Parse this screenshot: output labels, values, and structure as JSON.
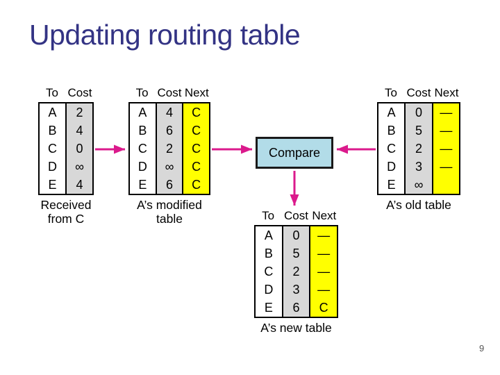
{
  "slide": {
    "title": "Updating routing table",
    "page_number": "9"
  },
  "compare": {
    "label": "Compare"
  },
  "tables": {
    "received": {
      "headers": [
        "To",
        "Cost"
      ],
      "rows": [
        {
          "to": "A",
          "cost": "2"
        },
        {
          "to": "B",
          "cost": "4"
        },
        {
          "to": "C",
          "cost": "0"
        },
        {
          "to": "D",
          "cost": "∞"
        },
        {
          "to": "E",
          "cost": "4"
        }
      ],
      "caption": [
        "Received",
        "from C"
      ]
    },
    "modified": {
      "headers": [
        "To",
        "Cost",
        "Next"
      ],
      "rows": [
        {
          "to": "A",
          "cost": "4",
          "next": "C"
        },
        {
          "to": "B",
          "cost": "6",
          "next": "C"
        },
        {
          "to": "C",
          "cost": "2",
          "next": "C"
        },
        {
          "to": "D",
          "cost": "∞",
          "next": "C"
        },
        {
          "to": "E",
          "cost": "6",
          "next": "C"
        }
      ],
      "caption": [
        "A’s modified",
        "table"
      ]
    },
    "old": {
      "headers": [
        "To",
        "Cost",
        "Next"
      ],
      "rows": [
        {
          "to": "A",
          "cost": "0",
          "next": "—"
        },
        {
          "to": "B",
          "cost": "5",
          "next": "—"
        },
        {
          "to": "C",
          "cost": "2",
          "next": "—"
        },
        {
          "to": "D",
          "cost": "3",
          "next": "—"
        },
        {
          "to": "E",
          "cost": "∞",
          "next": ""
        }
      ],
      "caption": [
        "A’s old table"
      ]
    },
    "new": {
      "headers": [
        "To",
        "Cost",
        "Next"
      ],
      "rows": [
        {
          "to": "A",
          "cost": "0",
          "next": "—"
        },
        {
          "to": "B",
          "cost": "5",
          "next": "—"
        },
        {
          "to": "C",
          "cost": "2",
          "next": "—"
        },
        {
          "to": "D",
          "cost": "3",
          "next": "—"
        },
        {
          "to": "E",
          "cost": "6",
          "next": "C"
        }
      ],
      "caption": [
        "A’s new table"
      ]
    }
  },
  "colors": {
    "title_text": "#333384",
    "arrow": "#DB1A8C",
    "compare_fill": "#B2DCE8",
    "compare_border": "#1A1A1A",
    "cost_column_fill": "#D8D8D8",
    "next_column_fill": "#FFFF00",
    "table_border": "#000000"
  }
}
